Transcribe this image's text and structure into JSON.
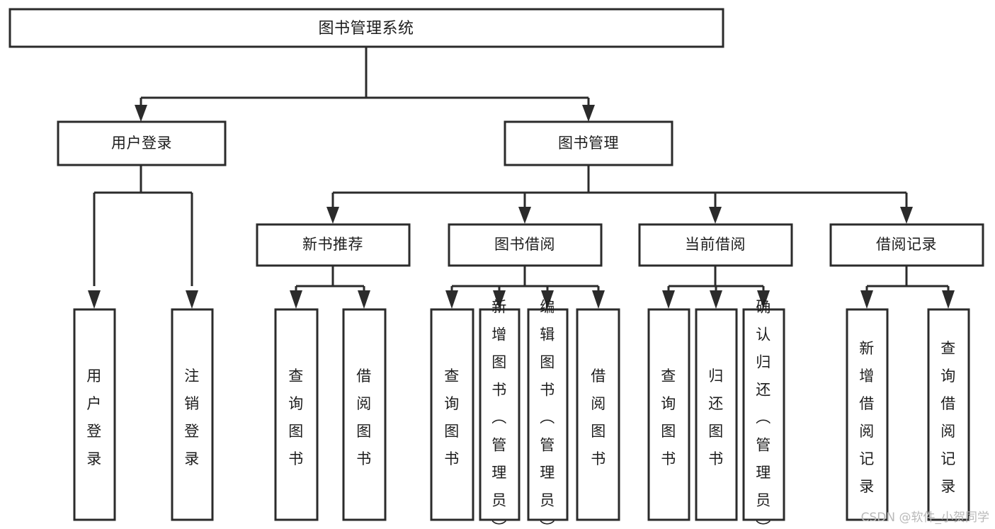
{
  "diagram": {
    "kind": "tree-hierarchy-chart",
    "title": "图书管理系统",
    "watermark": "CSDN @软件_小贺同学",
    "colors": {
      "stroke": "#2b2b2b",
      "fill": "#ffffff",
      "text": "#1d1d1d",
      "watermark": "#b9b9b9"
    },
    "root": {
      "label": "图书管理系统"
    },
    "level2": [
      {
        "label": "用户登录"
      },
      {
        "label": "图书管理"
      }
    ],
    "level3": [
      {
        "label": "新书推荐"
      },
      {
        "label": "图书借阅"
      },
      {
        "label": "当前借阅"
      },
      {
        "label": "借阅记录"
      }
    ],
    "leaves_user_login": [
      {
        "label": "用户登录"
      },
      {
        "label": "注销登录"
      }
    ],
    "leaves_new_book": [
      {
        "label": "查询图书"
      },
      {
        "label": "借阅图书"
      }
    ],
    "leaves_borrow": [
      {
        "label": "查询图书"
      },
      {
        "label": "新增图书（管理员）"
      },
      {
        "label": "编辑图书（管理员）"
      },
      {
        "label": "借阅图书"
      }
    ],
    "leaves_current": [
      {
        "label": "查询图书"
      },
      {
        "label": "归还图书"
      },
      {
        "label": "确认归还（管理员）"
      }
    ],
    "leaves_record": [
      {
        "label": "新增借阅记录"
      },
      {
        "label": "查询借阅记录"
      }
    ]
  }
}
